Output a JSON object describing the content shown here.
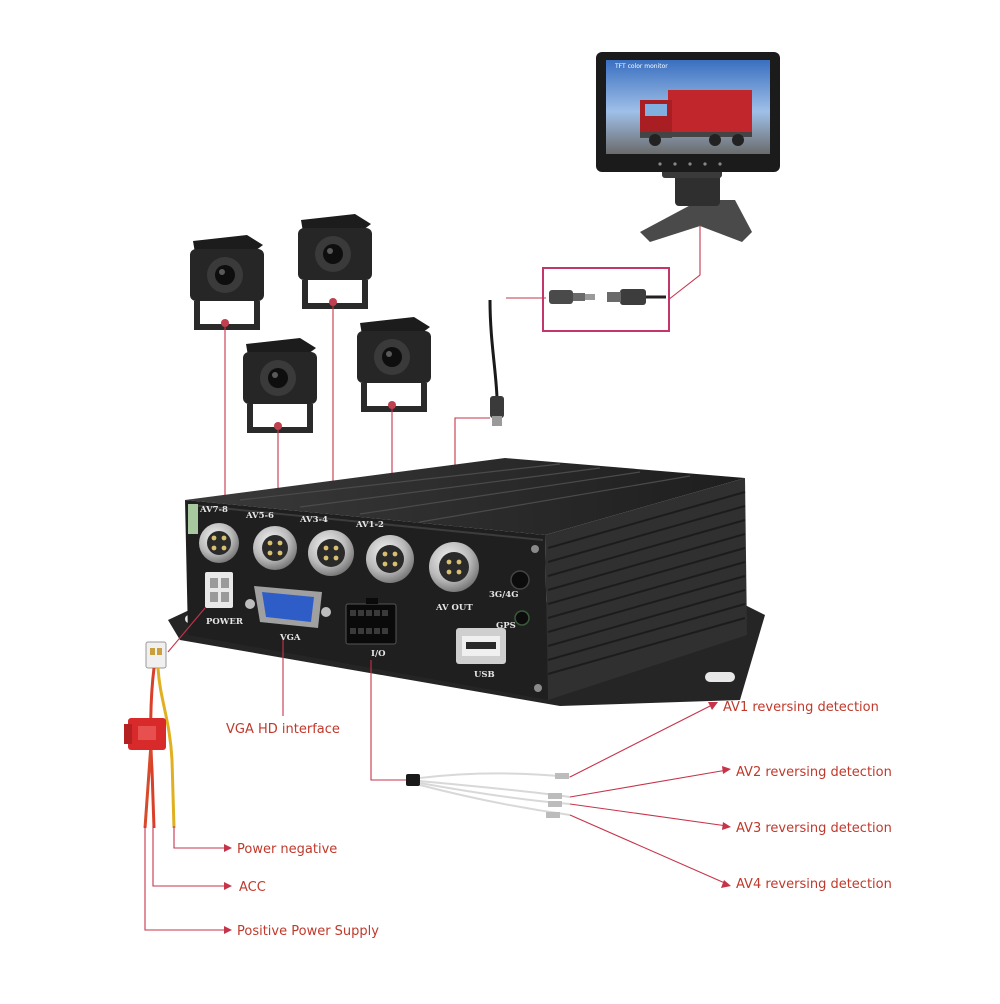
{
  "monitor": {
    "screen_caption": "TFT color monitor"
  },
  "ports": {
    "av78": "AV7-8",
    "av56": "AV5-6",
    "av34": "AV3-4",
    "av12": "AV1-2",
    "avout": "AV OUT",
    "net": "3G/4G",
    "gps": "GPS",
    "power": "POWER",
    "vga": "VGA",
    "io": "I/O",
    "usb": "USB"
  },
  "callouts": {
    "vga_hd": "VGA HD interface",
    "av1_rev": "AV1 reversing detection",
    "av2_rev": "AV2 reversing detection",
    "av3_rev": "AV3 reversing detection",
    "av4_rev": "AV4 reversing detection",
    "power_negative": "Power negative",
    "acc": "ACC",
    "positive_power": "Positive Power Supply"
  },
  "colors": {
    "callout_text": "#c0392b",
    "leader_line": "#c6344a",
    "highlight_box": "#c4356b",
    "dvr_body": "#2a2a2a"
  }
}
